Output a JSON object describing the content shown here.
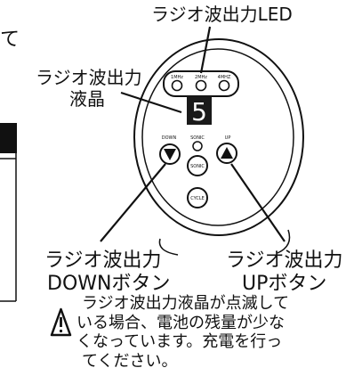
{
  "labels": {
    "led": "ラジオ波出力LED",
    "display_line1": "ラジオ波出力",
    "display_line2": "液晶",
    "down_line1": "ラジオ波出力",
    "down_line2": "DOWNボタン",
    "up_line1": "ラジオ波出力",
    "up_line2": "UPボタン",
    "partial_char": "て"
  },
  "device": {
    "led_labels": [
      "1MHz",
      "2MHz",
      "4MHZ"
    ],
    "display_digit": "5",
    "down_label": "DOWN",
    "sonic_label": "SONIC",
    "up_label": "UP",
    "sonic_button": "SONIC",
    "cycle_button": "CYCLE"
  },
  "warning": {
    "line1": "ラジオ波出力液晶が点滅して",
    "line2": "いる場合、電池の残量が少な",
    "line3": "くなっています。充電を行っ",
    "line4": "てください。"
  },
  "colors": {
    "stroke": "#111111",
    "display_bg": "#1a1a1a",
    "display_digit": "#ffffff",
    "background": "#ffffff"
  }
}
